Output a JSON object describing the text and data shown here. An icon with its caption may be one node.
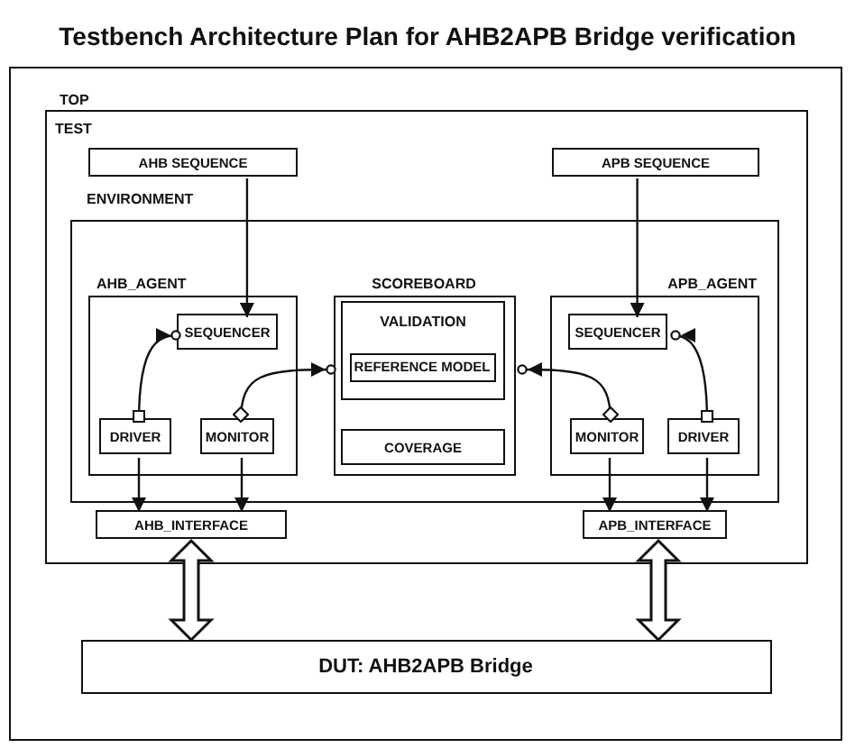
{
  "diagram": {
    "title": "Testbench Architecture Plan for AHB2APB Bridge verification",
    "nodes": [
      {
        "text": [
          "TOP"
        ]
      },
      {
        "text": [
          "TEST"
        ],
        "in": 0
      },
      {
        "text": [
          "AHB SEQUENCE"
        ],
        "in": 1
      },
      {
        "text": [
          "APB SEQUENCE"
        ],
        "in": 1
      },
      {
        "text": [
          "ENVIRONMENT"
        ],
        "in": 1
      },
      {
        "text": [
          "AHB_AGENT"
        ],
        "in": 4
      },
      {
        "text": [
          "SEQUENCER"
        ],
        "in": 5
      },
      {
        "text": [
          "DRIVER"
        ],
        "in": 5
      },
      {
        "text": [
          "MONITOR"
        ],
        "in": 5
      },
      {
        "text": [
          "SCOREBOARD"
        ],
        "in": 4
      },
      {
        "text": [
          "VALIDATION"
        ],
        "in": 9
      },
      {
        "text": [
          "REFERENCE MODEL"
        ],
        "in": 10
      },
      {
        "text": [
          "COVERAGE"
        ],
        "in": 9
      },
      {
        "text": [
          "APB_AGENT"
        ],
        "in": 4
      },
      {
        "text": [
          "SEQUENCER"
        ],
        "in": 13
      },
      {
        "text": [
          "MONITOR"
        ],
        "in": 13
      },
      {
        "text": [
          "DRIVER"
        ],
        "in": 13
      },
      {
        "text": [
          "AHB_INTERFACE"
        ],
        "in": 1
      },
      {
        "text": [
          "APB_INTERFACE"
        ],
        "in": 1
      },
      {
        "text": [
          "DUT: AHB2APB Bridge"
        ],
        "in": 0
      }
    ],
    "edges": [
      {
        "from": 2,
        "to": 6,
        "arrow": "to"
      },
      {
        "from": 7,
        "to": 6,
        "arrow": "to"
      },
      {
        "from": 8,
        "to": 9,
        "arrow": "to"
      },
      {
        "from": 3,
        "to": 14,
        "arrow": "to"
      },
      {
        "from": 16,
        "to": 14,
        "arrow": "to"
      },
      {
        "from": 15,
        "to": 9,
        "arrow": "to"
      },
      {
        "from": 7,
        "to": 17,
        "arrow": "to"
      },
      {
        "from": 8,
        "to": 17,
        "arrow": "to"
      },
      {
        "from": 15,
        "to": 18,
        "arrow": "to"
      },
      {
        "from": 16,
        "to": 18,
        "arrow": "to"
      },
      {
        "from": 17,
        "to": 19,
        "arrow": "both",
        "style": "thick"
      },
      {
        "from": 18,
        "to": 19,
        "arrow": "both",
        "style": "thick"
      }
    ]
  }
}
